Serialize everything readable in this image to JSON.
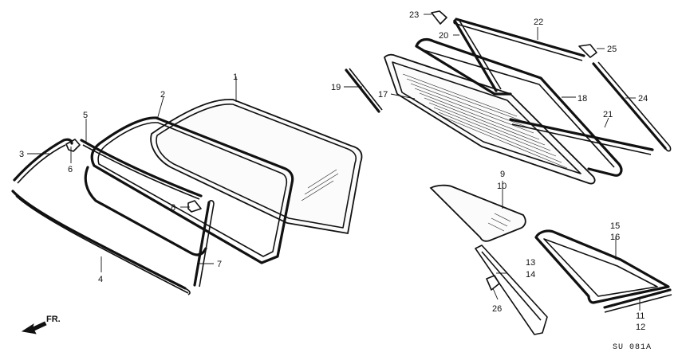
{
  "callouts": {
    "c1": "1",
    "c2": "2",
    "c3": "3",
    "c4": "4",
    "c5": "5",
    "c6": "6",
    "c7": "7",
    "c8": "8",
    "c9": "9",
    "c10": "10",
    "c11": "11",
    "c12": "12",
    "c13": "13",
    "c14": "14",
    "c15": "15",
    "c16": "16",
    "c17": "17",
    "c18": "18",
    "c19": "19",
    "c20": "20",
    "c21": "21",
    "c22": "22",
    "c23": "23",
    "c24": "24",
    "c25": "25",
    "c26": "26"
  },
  "direction_label": "FR.",
  "drawing_code": "SU 081A"
}
